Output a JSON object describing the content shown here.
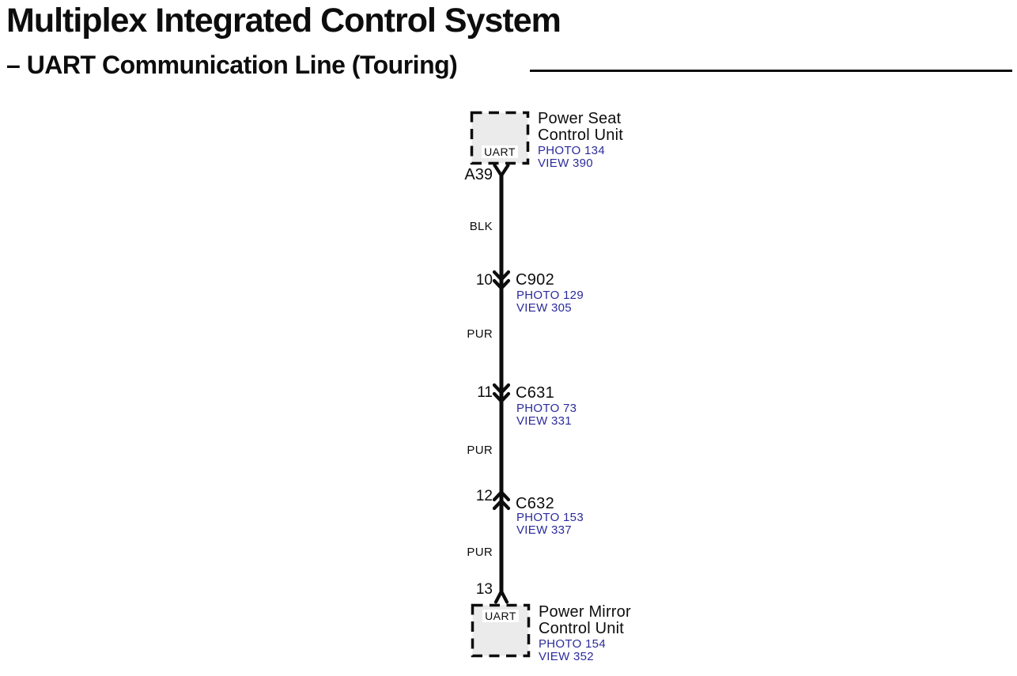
{
  "header": {
    "title": "Multiplex Integrated Control System",
    "subtitle": "– UART Communication Line (Touring)"
  },
  "diagram": {
    "top_unit": {
      "box_label": "UART",
      "name_line1": "Power Seat",
      "name_line2": "Control Unit",
      "photo": "PHOTO 134",
      "view": "VIEW 390",
      "connector": "A39"
    },
    "segments": [
      {
        "wire_color": "BLK",
        "pin": "10",
        "connector": "C902",
        "photo": "PHOTO 129",
        "view": "VIEW 305"
      },
      {
        "wire_color": "PUR",
        "pin": "11",
        "connector": "C631",
        "photo": "PHOTO 73",
        "view": "VIEW 331"
      },
      {
        "wire_color": "PUR",
        "pin": "12",
        "connector": "C632",
        "photo": "PHOTO 153",
        "view": "VIEW 337"
      },
      {
        "wire_color": "PUR",
        "pin": "13"
      }
    ],
    "bottom_unit": {
      "box_label": "UART",
      "name_line1": "Power Mirror",
      "name_line2": "Control Unit",
      "photo": "PHOTO 154",
      "view": "VIEW 352"
    }
  },
  "colors": {
    "link_blue": "#2b2b9c",
    "line_black": "#0d0d0d",
    "box_fill": "#ebebeb"
  }
}
